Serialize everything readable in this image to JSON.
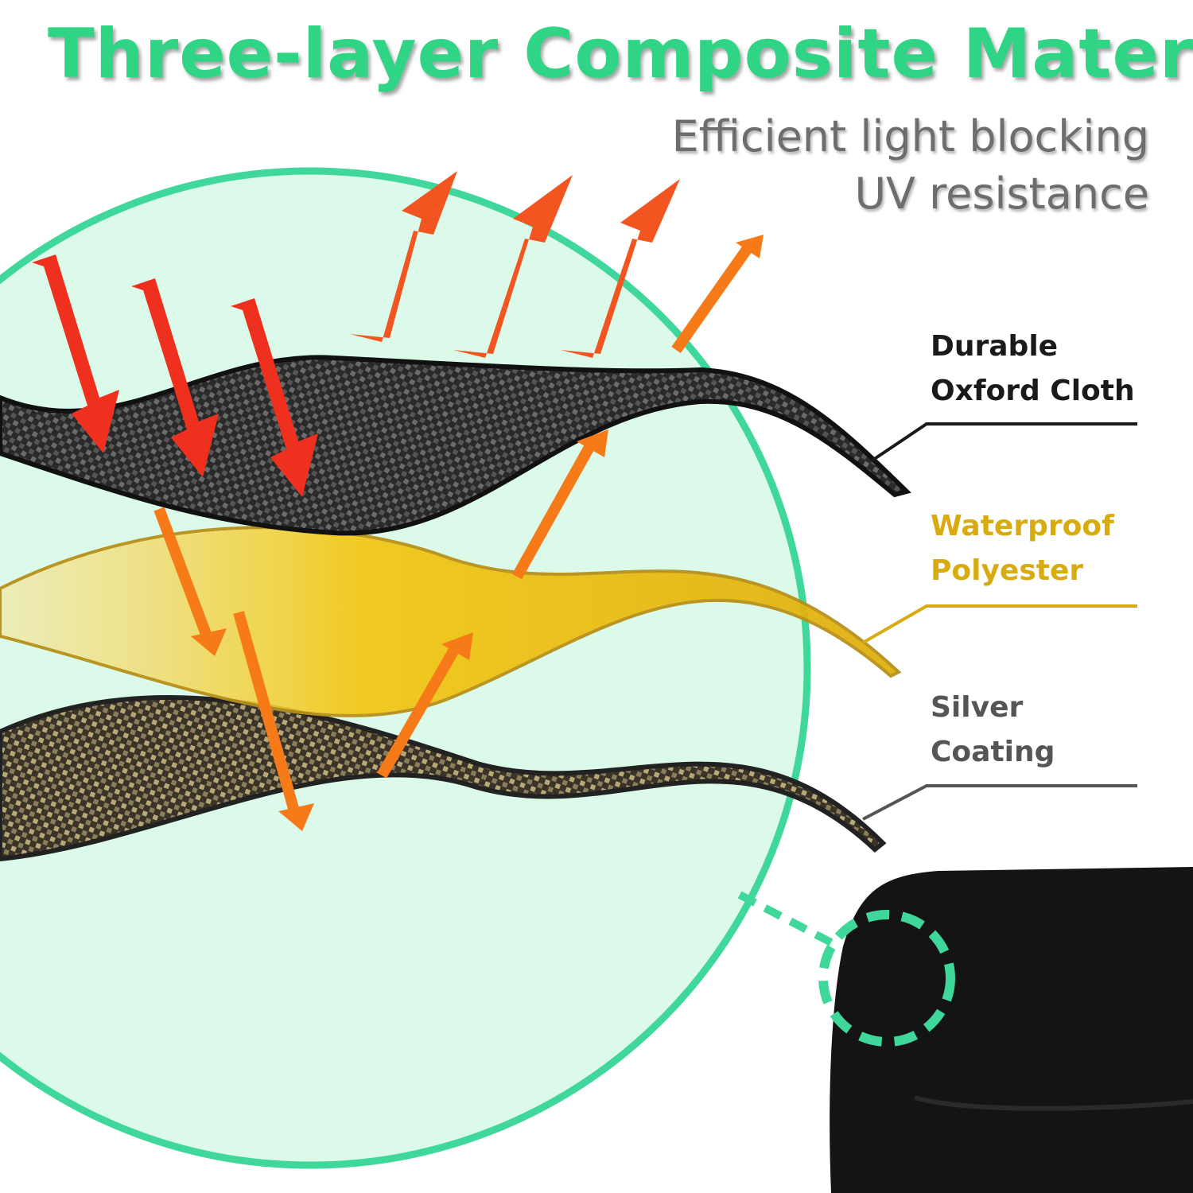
{
  "title": "Three-layer Composite Material",
  "subtitle_lines": [
    "Efficient light blocking",
    "UV resistance"
  ],
  "layers": [
    {
      "line1": "Durable",
      "line2": "Oxford Cloth",
      "color": "#1a1a1a"
    },
    {
      "line1": "Waterproof",
      "line2": "Polyester",
      "color": "#d8ac10"
    },
    {
      "line1": "Silver",
      "line2": "Coating",
      "color": "#555555"
    }
  ],
  "colors": {
    "accent": "#2fd584",
    "circle_fill": "#dcfaea",
    "arrow_red": "#f0301e",
    "arrow_orange": "#f07018"
  }
}
